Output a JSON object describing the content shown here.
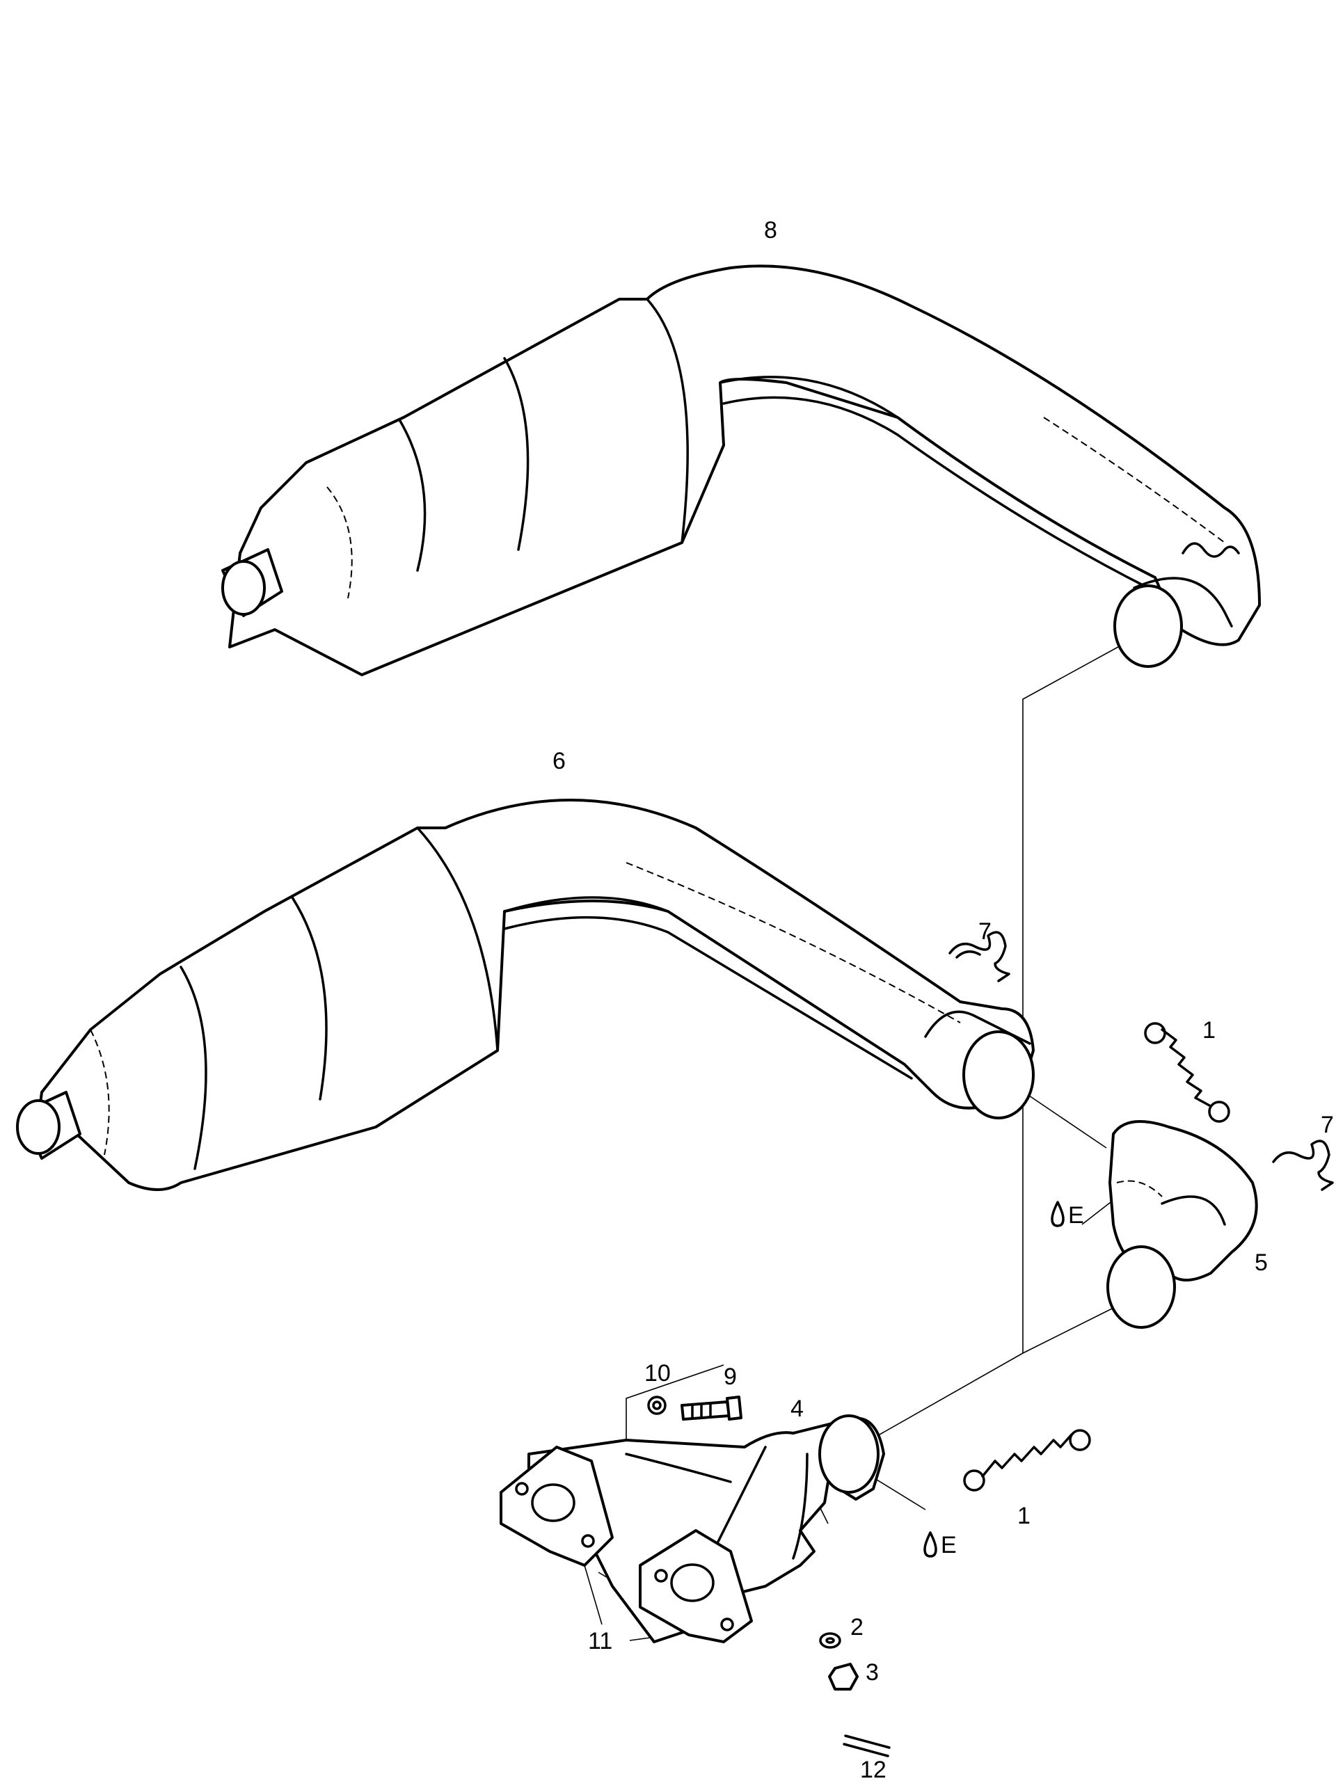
{
  "labels": {
    "part_1": "1",
    "part_2": "2",
    "part_3": "3",
    "part_4": "4",
    "part_5": "5",
    "part_6": "6",
    "part_7": "7",
    "part_8": "8",
    "part_9": "9",
    "part_10": "10",
    "part_11": "11",
    "part_12": "12",
    "lubricant_e": "E"
  },
  "icons": {
    "lubricant_symbol": "oil-drop-icon"
  }
}
